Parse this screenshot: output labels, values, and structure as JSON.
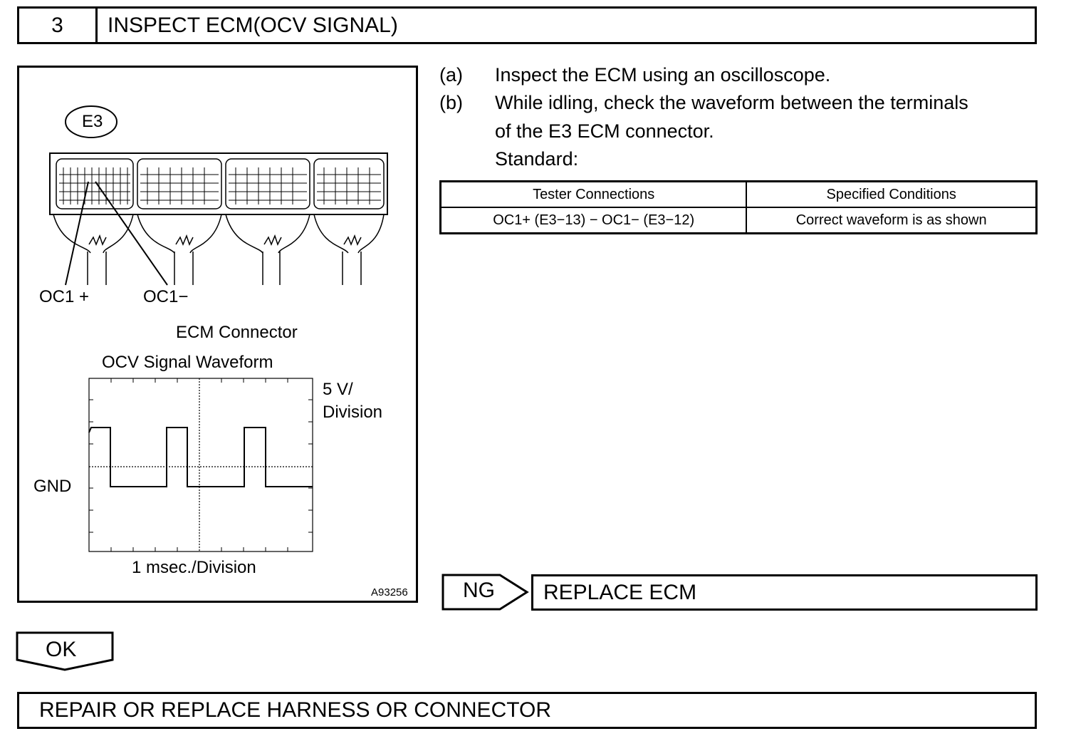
{
  "header": {
    "step_number": "3",
    "title": "INSPECT ECM(OCV SIGNAL)"
  },
  "figure": {
    "connector_tag": "E3",
    "terminal_plus": "OC1 +",
    "terminal_minus": "OC1−",
    "connector_caption": "ECM Connector",
    "waveform_title": "OCV Signal Waveform",
    "volt_div_line1": "5 V/",
    "volt_div_line2": "Division",
    "gnd_label": "GND",
    "time_div": "1 msec./Division",
    "figure_id": "A93256"
  },
  "instructions": [
    {
      "letter": "(a)",
      "lines": [
        "Inspect the ECM using an oscilloscope."
      ]
    },
    {
      "letter": "(b)",
      "lines": [
        "While idling, check the waveform between the terminals",
        "of the E3 ECM connector.",
        "Standard:"
      ]
    }
  ],
  "standard_table": {
    "headers": [
      "Tester Connections",
      "Specified Conditions"
    ],
    "rows": [
      [
        "OC1+ (E3−13) − OC1− (E3−12)",
        "Correct waveform is as shown"
      ]
    ]
  },
  "ng": {
    "label": "NG",
    "result": "REPLACE ECM"
  },
  "ok": {
    "label": "OK",
    "result": "REPAIR OR REPLACE HARNESS OR CONNECTOR"
  }
}
